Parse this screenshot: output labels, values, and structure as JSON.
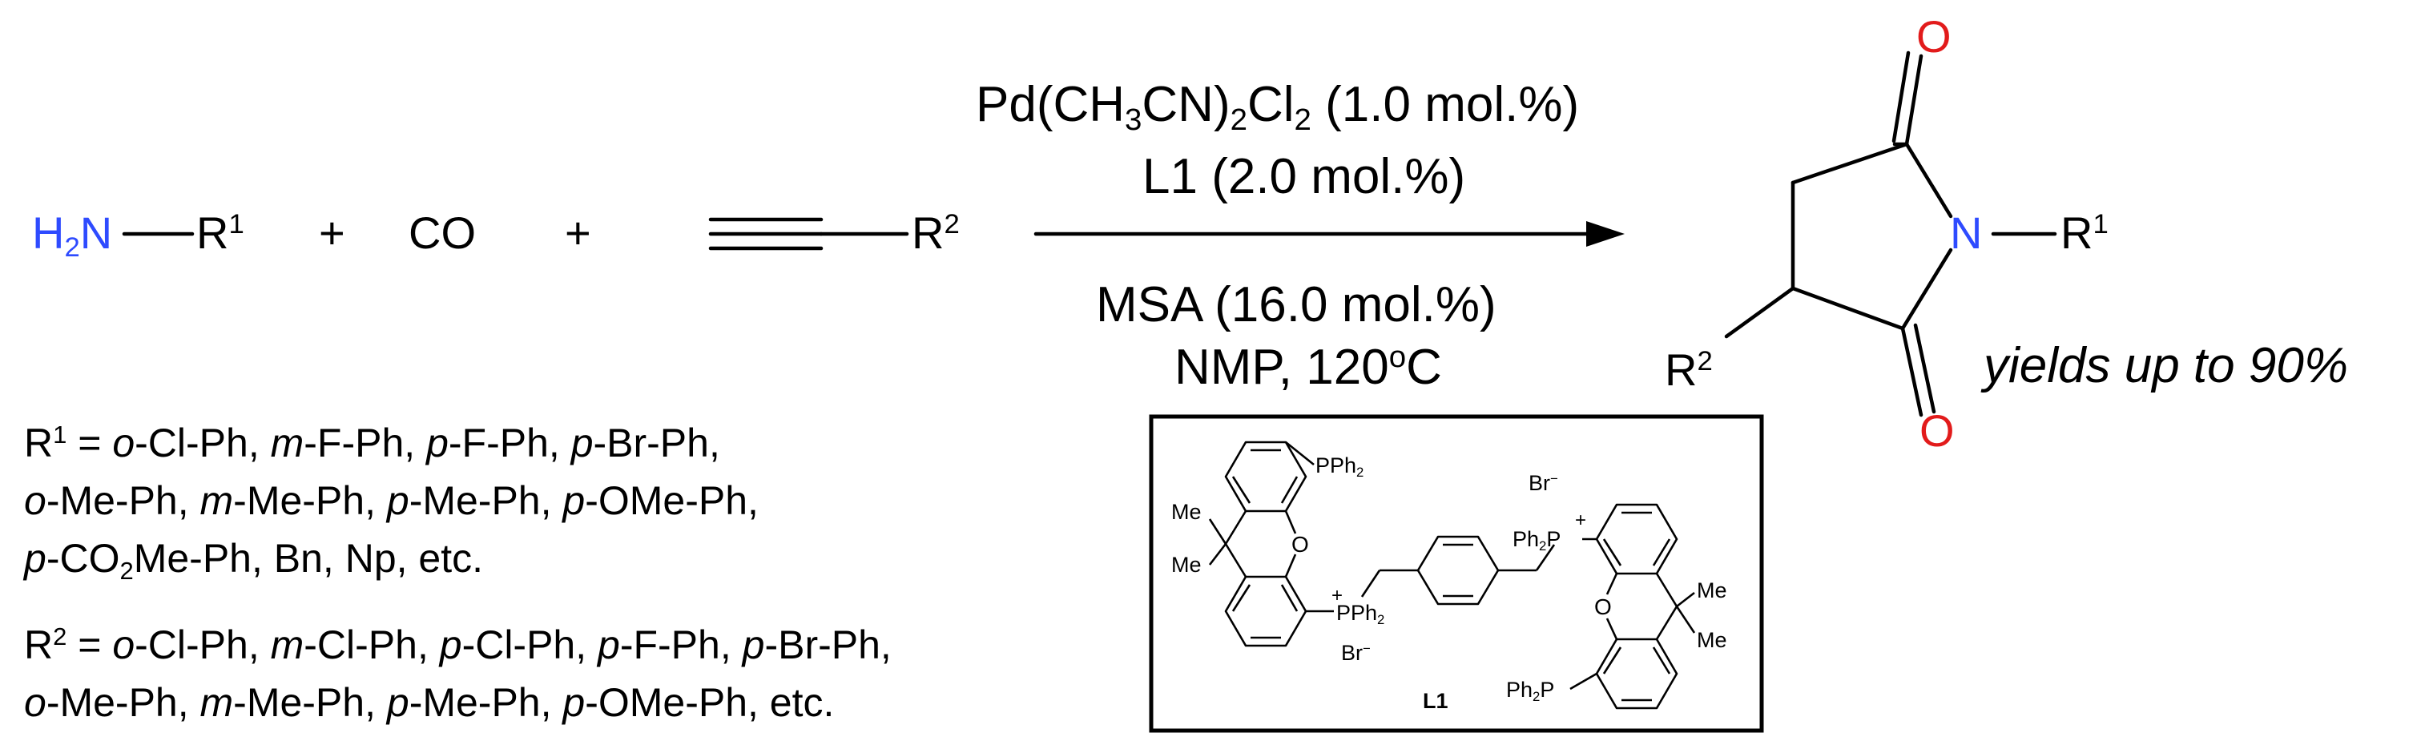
{
  "reactants": {
    "amine_h": "H",
    "amine_sub": "2",
    "amine_n": "N",
    "amine_r": "R",
    "amine_r_sup": "1",
    "plus1": "+",
    "co": "CO",
    "plus2": "+",
    "alkyne_r": "R",
    "alkyne_r_sup": "2"
  },
  "conditions": {
    "above": {
      "pd_prefix": "Pd(CH",
      "pd_sub1": "3",
      "pd_mid": "CN)",
      "pd_sub2": "2",
      "pd_cl": "Cl",
      "pd_sub3": "2",
      "pd_loading": " (1.0 mol.%)",
      "ligand": "L1 (2.0 mol.%)"
    },
    "below": {
      "acid": "MSA (16.0 mol.%)",
      "solvent_pre": "NMP, 120",
      "solvent_deg": "o",
      "solvent_unit": "C"
    }
  },
  "product": {
    "o_top": "O",
    "o_bottom": "O",
    "n": "N",
    "r1": "R",
    "r1_sup": "1",
    "r2": "R",
    "r2_sup": "2",
    "yield": "yields up to 90%"
  },
  "scope": {
    "r1": {
      "label": "R",
      "sup": "1",
      "line1": [
        {
          "t": " =  ",
          "i": false
        },
        {
          "t": "o",
          "i": true
        },
        {
          "t": "-Cl-Ph, ",
          "i": false
        },
        {
          "t": "m",
          "i": true
        },
        {
          "t": "-F-Ph, ",
          "i": false
        },
        {
          "t": "p",
          "i": true
        },
        {
          "t": "-F-Ph, ",
          "i": false
        },
        {
          "t": "p",
          "i": true
        },
        {
          "t": "-Br-Ph,",
          "i": false
        }
      ],
      "line2": [
        {
          "t": "o",
          "i": true
        },
        {
          "t": "-Me-Ph, ",
          "i": false
        },
        {
          "t": "m",
          "i": true
        },
        {
          "t": "-Me-Ph, ",
          "i": false
        },
        {
          "t": "p",
          "i": true
        },
        {
          "t": "-Me-Ph, ",
          "i": false
        },
        {
          "t": "p",
          "i": true
        },
        {
          "t": "-OMe-Ph,",
          "i": false
        }
      ],
      "line3_p": "p",
      "line3_a": "-CO",
      "line3_sub": "2",
      "line3_b": "Me-Ph, Bn, Np, etc."
    },
    "r2": {
      "label": "R",
      "sup": "2",
      "line1": [
        {
          "t": " = ",
          "i": false
        },
        {
          "t": "o",
          "i": true
        },
        {
          "t": "-Cl-Ph, ",
          "i": false
        },
        {
          "t": "m",
          "i": true
        },
        {
          "t": "-Cl-Ph, ",
          "i": false
        },
        {
          "t": "p",
          "i": true
        },
        {
          "t": "-Cl-Ph, ",
          "i": false
        },
        {
          "t": "p",
          "i": true
        },
        {
          "t": "-F-Ph, ",
          "i": false
        },
        {
          "t": "p",
          "i": true
        },
        {
          "t": "-Br-Ph,",
          "i": false
        }
      ],
      "line2": [
        {
          "t": "o",
          "i": true
        },
        {
          "t": "-Me-Ph, ",
          "i": false
        },
        {
          "t": "m",
          "i": true
        },
        {
          "t": "-Me-Ph, ",
          "i": false
        },
        {
          "t": "p",
          "i": true
        },
        {
          "t": "-Me-Ph, ",
          "i": false
        },
        {
          "t": "p",
          "i": true
        },
        {
          "t": "-OMe-Ph, etc.",
          "i": false
        }
      ]
    }
  },
  "ligand_box": {
    "label": "L1",
    "pph2_top": "PPh",
    "pph2_top_sub": "2",
    "me_a": "Me",
    "me_b": "Me",
    "o_left": "O",
    "pplus_left": "+",
    "pph2_left": "PPh",
    "pph2_left_sub": "2",
    "br_left": "Br",
    "br_left_charge": "−",
    "br_right": "Br",
    "br_right_charge": "−",
    "ph2p_right": "Ph",
    "ph2p_right_sub": "2",
    "ph2p_right_p": "P",
    "pplus_right": "+",
    "o_right": "O",
    "me_c": "Me",
    "me_d": "Me",
    "ph2p_bottom": "Ph",
    "ph2p_bottom_sub": "2",
    "ph2p_bottom_p": "P"
  },
  "colors": {
    "nitrogen": "#2e4bff",
    "oxygen": "#e21b1b",
    "bond": "#000000"
  }
}
